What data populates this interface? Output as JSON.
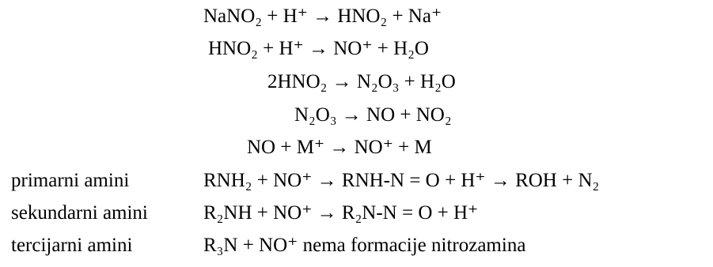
{
  "equations": [
    {
      "text": "NaNO₂ + H⁺ → HNO₂ + Na⁺"
    },
    {
      "text": "HNO₂   + H⁺ → NO⁺ + H₂O"
    },
    {
      "text": "2HNO₂ → N₂O₃ + H₂O"
    },
    {
      "text": "N₂O₃ → NO + NO₂"
    },
    {
      "text": "NO + M⁺ → NO⁺ + M"
    }
  ],
  "amines": [
    {
      "label": "primarni amini",
      "reaction": "RNH₂ + NO⁺ → RNH-N = O + H⁺ → ROH + N₂"
    },
    {
      "label": "sekundarni amini",
      "reaction": "R₂NH + NO⁺ → R₂N-N = O + H⁺"
    },
    {
      "label": "tercijarni amini",
      "reaction": "R₃N + NO⁺ nema formacije nitrozamina"
    }
  ]
}
